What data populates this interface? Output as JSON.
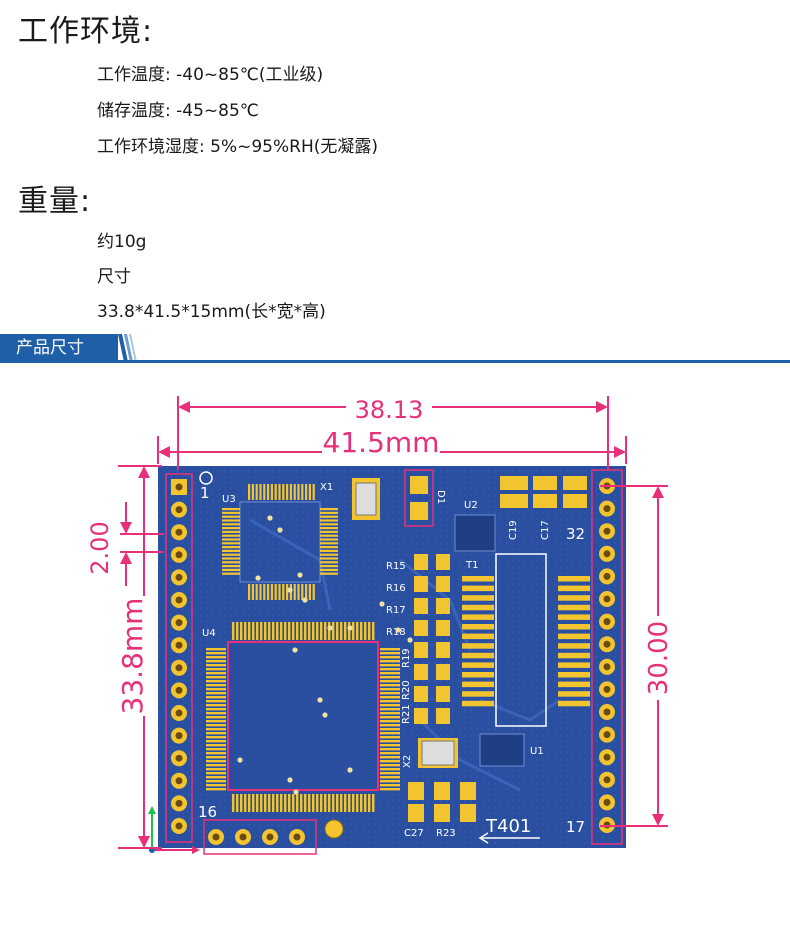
{
  "env": {
    "title": "工作环境:",
    "lines": [
      "工作温度: -40~85℃(工业级)",
      "储存温度: -45~85℃",
      "工作环境湿度: 5%~95%RH(无凝露)"
    ]
  },
  "weight": {
    "title": "重量:",
    "lines": [
      "约10g",
      "尺寸",
      "33.8*41.5*15mm(长*宽*高)"
    ]
  },
  "section": {
    "label": "产品尺寸"
  },
  "colors": {
    "accent": "#1e5fa8",
    "dimension": "#e8307a",
    "board": "#2a4fa0",
    "pad": "#f2c530"
  },
  "diagram": {
    "dims": {
      "top_inner": "38.13",
      "top_outer": "41.5mm",
      "left_pitch": "2.00",
      "left_outer": "33.8mm",
      "right": "30.00"
    },
    "pin_labels": {
      "p1": "1",
      "p16": "16",
      "p17": "17",
      "p32": "32"
    },
    "chip_labels": [
      "U3",
      "X1",
      "D1",
      "U2",
      "C19",
      "C17",
      "U4",
      "R15",
      "R16",
      "R17",
      "R18",
      "R19",
      "R20",
      "R21",
      "T1",
      "X2",
      "U1",
      "C27",
      "R23"
    ],
    "board_name": "T401"
  }
}
